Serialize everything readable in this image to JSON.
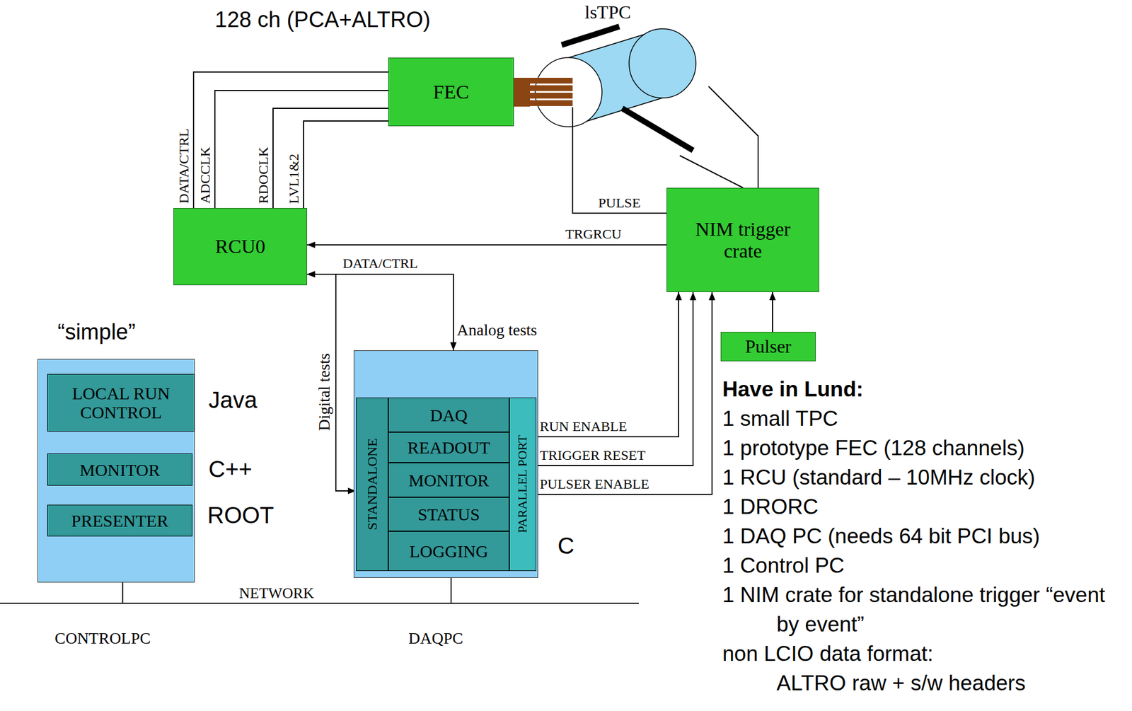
{
  "diagram": {
    "nodes": [
      {
        "text": [
          "FEC"
        ]
      },
      {
        "text": [
          "lsTPC"
        ]
      },
      {
        "text": [
          "RCU0"
        ]
      },
      {
        "text": [
          "NIM trigger crate"
        ]
      },
      {
        "text": [
          "Pulser"
        ]
      },
      {
        "text": [
          "CONTROLPC"
        ]
      },
      {
        "text": [
          "LOCAL RUN CONTROL"
        ],
        "in": 5
      },
      {
        "text": [
          "MONITOR"
        ],
        "in": 5
      },
      {
        "text": [
          "PRESENTER"
        ],
        "in": 5
      },
      {
        "text": [
          "DAQPC"
        ]
      },
      {
        "text": [
          "STANDALONE"
        ],
        "in": 9
      },
      {
        "text": [
          "DAQ"
        ],
        "in": 9
      },
      {
        "text": [
          "READOUT"
        ],
        "in": 9
      },
      {
        "text": [
          "MONITOR"
        ],
        "in": 9
      },
      {
        "text": [
          "STATUS"
        ],
        "in": 9
      },
      {
        "text": [
          "LOGGING"
        ],
        "in": 9
      },
      {
        "text": [
          "PARALLEL PORT"
        ],
        "in": 9
      }
    ],
    "edges": [
      {
        "from": 2,
        "to": 0,
        "arrow": "none",
        "label": "DATA/CTRL"
      },
      {
        "from": 2,
        "to": 0,
        "arrow": "none",
        "label": "ADCCLK"
      },
      {
        "from": 2,
        "to": 0,
        "arrow": "none",
        "label": "RDOCLK"
      },
      {
        "from": 2,
        "to": 0,
        "arrow": "none",
        "label": "LVL1&2"
      },
      {
        "from": 0,
        "to": 1,
        "arrow": "none"
      },
      {
        "from": 1,
        "to": 3,
        "arrow": "none"
      },
      {
        "from": 1,
        "to": 3,
        "arrow": "none"
      },
      {
        "from": 3,
        "to": 1,
        "arrow": "none",
        "label": "PULSE"
      },
      {
        "from": 3,
        "to": 2,
        "arrow": "to",
        "label": "TRGRCU"
      },
      {
        "from": 2,
        "to": 9,
        "arrow": "both",
        "label": "DATA/CTRL"
      },
      {
        "from": 2,
        "to": 10,
        "arrow": "both",
        "label": "Digital tests"
      },
      {
        "from": 16,
        "to": 3,
        "arrow": "to",
        "label": "RUN ENABLE"
      },
      {
        "from": 16,
        "to": 3,
        "arrow": "to",
        "label": "TRIGGER RESET"
      },
      {
        "from": 16,
        "to": 3,
        "arrow": "to",
        "label": "PULSER ENABLE"
      },
      {
        "from": 4,
        "to": 3,
        "arrow": "to"
      },
      {
        "from": 5,
        "to": 9,
        "arrow": "none",
        "label": "NETWORK"
      }
    ],
    "labels": [
      "128 ch (PCA+ALTRO)",
      "Analog tests",
      "“simple”",
      "Java",
      "C++",
      "ROOT",
      "C",
      "Have in Lund:",
      "1 small TPC",
      "1 prototype FEC (128 channels)",
      "1 RCU (standard – 10MHz clock)",
      "1 DRORC",
      "1 DAQ PC (needs 64 bit PCI bus)",
      "1 Control PC",
      "1 NIM crate for standalone trigger “event by event”",
      "non LCIO data format:",
      "ALTRO raw + s/w headers"
    ]
  }
}
